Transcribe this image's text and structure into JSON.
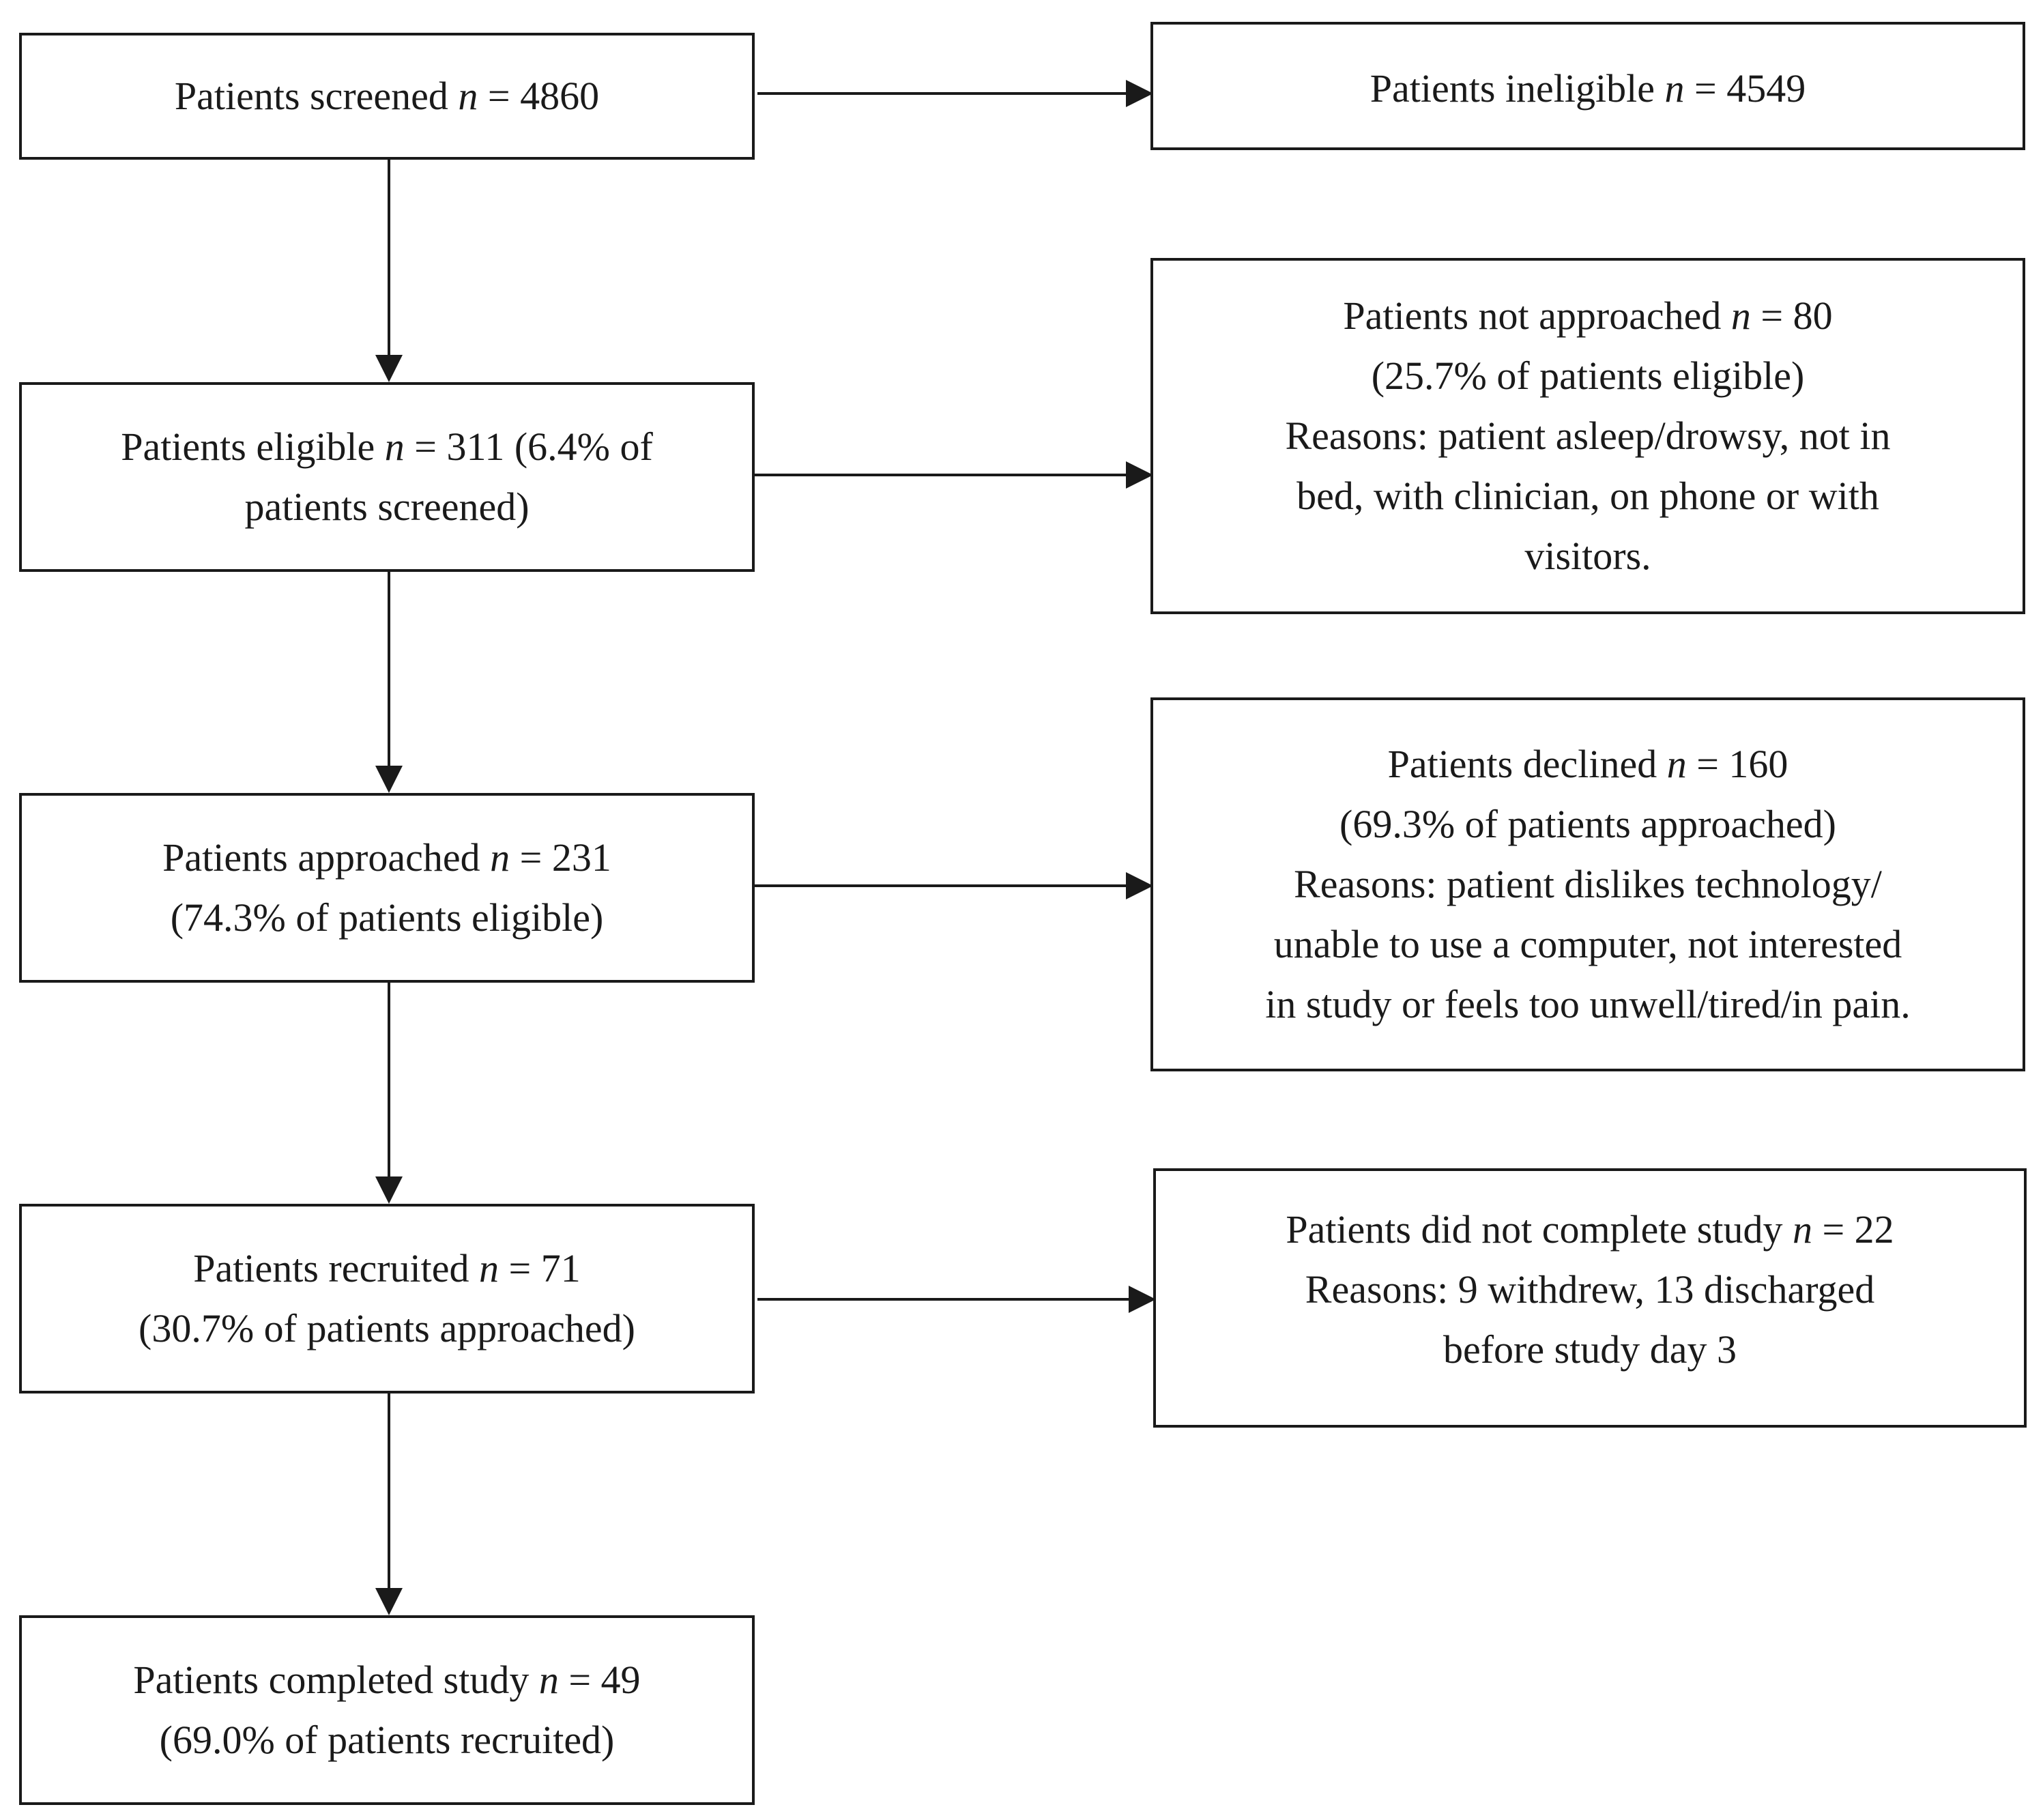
{
  "colors": {
    "stroke": "#1a1a1a",
    "background": "#ffffff"
  },
  "nodes": {
    "screened": {
      "lines": [
        {
          "pre": "Patients screened ",
          "n": "n",
          "post": " = 4860"
        }
      ]
    },
    "eligible": {
      "lines": [
        {
          "pre": "Patients eligible ",
          "n": "n",
          "post": " = 311 (6.4% of"
        },
        {
          "pre": "patients screened)"
        }
      ]
    },
    "approached": {
      "lines": [
        {
          "pre": "Patients approached ",
          "n": "n",
          "post": " = 231"
        },
        {
          "pre": "(74.3% of patients eligible)"
        }
      ]
    },
    "recruited": {
      "lines": [
        {
          "pre": "Patients recruited ",
          "n": "n",
          "post": " = 71"
        },
        {
          "pre": "(30.7% of patients approached)"
        }
      ]
    },
    "completed": {
      "lines": [
        {
          "pre": "Patients completed study ",
          "n": "n",
          "post": " = 49"
        },
        {
          "pre": "(69.0% of patients recruited)"
        }
      ]
    },
    "ineligible": {
      "lines": [
        {
          "pre": "Patients ineligible ",
          "n": "n",
          "post": " = 4549"
        }
      ]
    },
    "not_approached": {
      "lines": [
        {
          "pre": "Patients not approached ",
          "n": "n",
          "post": " = 80"
        },
        {
          "pre": "(25.7% of patients eligible)"
        },
        {
          "pre": "Reasons: patient asleep/drowsy, not in"
        },
        {
          "pre": "bed, with clinician, on phone or with"
        },
        {
          "pre": "visitors."
        }
      ]
    },
    "declined": {
      "lines": [
        {
          "pre": "Patients declined ",
          "n": "n",
          "post": " = 160"
        },
        {
          "pre": "(69.3% of patients approached)"
        },
        {
          "pre": "Reasons: patient dislikes technology/"
        },
        {
          "pre": "unable to use a computer, not interested"
        },
        {
          "pre": "in study or feels too unwell/tired/in pain."
        }
      ]
    },
    "did_not_complete": {
      "lines": [
        {
          "pre": "Patients did not complete study ",
          "n": "n",
          "post": " = 22"
        },
        {
          "pre": "Reasons: 9 withdrew, 13 discharged"
        },
        {
          "pre": "before study day 3"
        }
      ]
    }
  }
}
